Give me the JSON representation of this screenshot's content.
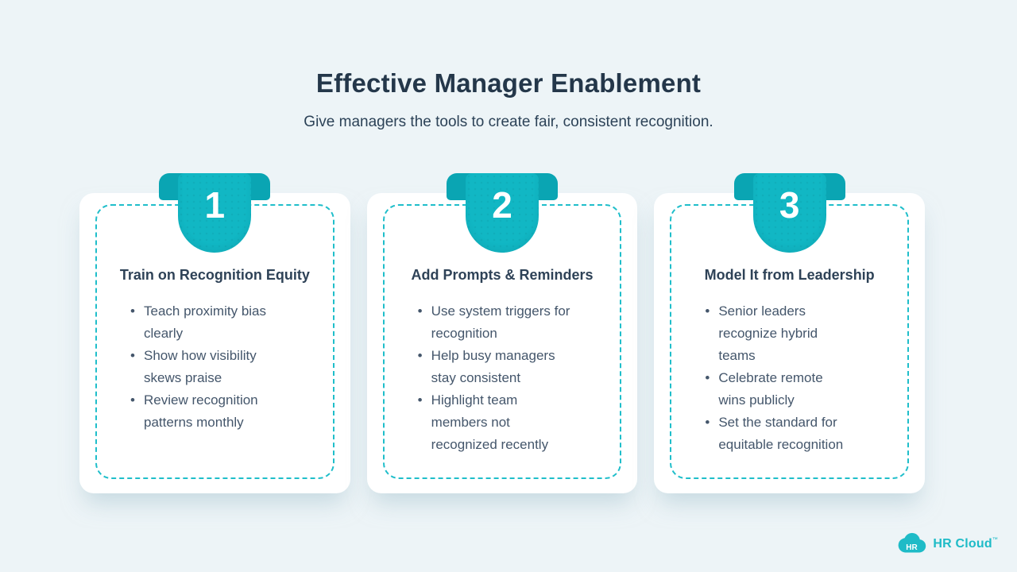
{
  "page": {
    "title": "Effective Manager Enablement",
    "subtitle": "Give managers the tools to create fair, consistent recognition."
  },
  "cards": [
    {
      "number": "1",
      "title": "Train on Recognition Equity",
      "bullets": [
        "Teach proximity bias clearly",
        "Show how visibility skews praise",
        "Review recognition patterns monthly"
      ]
    },
    {
      "number": "2",
      "title": "Add Prompts & Reminders",
      "bullets": [
        "Use system triggers for recognition",
        "Help busy managers stay consistent",
        "Highlight team members not recognized recently"
      ]
    },
    {
      "number": "3",
      "title": "Model It from Leadership",
      "bullets": [
        "Senior leaders recognize hybrid teams",
        "Celebrate remote wins publicly",
        "Set the standard for equitable recognition"
      ]
    }
  ],
  "brand": {
    "icon_text": "HR",
    "name": "HR Cloud",
    "trademark": "™"
  },
  "colors": {
    "background": "#edf4f7",
    "card_background": "#ffffff",
    "teal_primary": "#11b7c4",
    "teal_dark_fold": "#0aa5b3",
    "teal_dashed_border": "#1fbeca",
    "teal_brand": "#1ebbc7",
    "navy_title": "#24374a",
    "navy_subtitle": "#2c4257",
    "slate_body": "#44566b"
  }
}
